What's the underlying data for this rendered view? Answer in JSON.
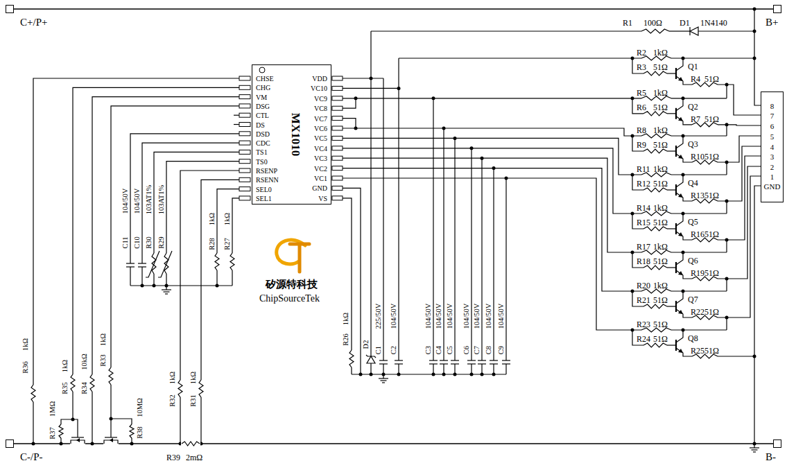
{
  "diagram": {
    "nodes": [
      {
        "text": [
          "C+/P+"
        ]
      },
      {
        "text": [
          "B+"
        ]
      },
      {
        "text": [
          "MX1010",
          "CHSE",
          "CHG",
          "VM",
          "DSG",
          "CTL",
          "DS",
          "DSD",
          "CDC",
          "TS1",
          "TS0",
          "RSENP",
          "RSENN",
          "SEL0",
          "SEL1",
          "VDD",
          "VC10",
          "VC9",
          "VC8",
          "VC7",
          "VC6",
          "VC5",
          "VC4",
          "VC3",
          "VC2",
          "VC1",
          "GND",
          "VS"
        ]
      },
      {
        "text": [
          "8",
          "7",
          "6",
          "5",
          "4",
          "3",
          "2",
          "1",
          "GND"
        ]
      },
      {
        "text": [
          "C-/P-"
        ]
      },
      {
        "text": [
          "B-"
        ]
      }
    ],
    "edges": [
      {
        "from": 0,
        "to": 1,
        "arrow": "none"
      },
      {
        "from": 4,
        "to": 5,
        "arrow": "none"
      }
    ],
    "labels": [
      "R1",
      "100Ω",
      "D1",
      "1N4140",
      "R2",
      "1kΩ",
      "R3",
      "51Ω",
      "Q1",
      "R4",
      "51Ω",
      "R5",
      "1kΩ",
      "R6",
      "51Ω",
      "Q2",
      "R7",
      "51Ω",
      "R8",
      "1kΩ",
      "R9",
      "51Ω",
      "Q3",
      "R10",
      "51Ω",
      "R11",
      "1kΩ",
      "R12",
      "51Ω",
      "Q4",
      "R13",
      "51Ω",
      "R14",
      "1kΩ",
      "R15",
      "51Ω",
      "Q5",
      "R16",
      "51Ω",
      "R17",
      "1kΩ",
      "R18",
      "51Ω",
      "Q6",
      "R19",
      "51Ω",
      "R20",
      "1kΩ",
      "R21",
      "51Ω",
      "Q7",
      "R22",
      "51Ω",
      "R23",
      "51Ω",
      "R24",
      "51Ω",
      "Q8",
      "R25",
      "51Ω",
      "矽源特科技",
      "ChipSourceTek",
      "C3",
      "104/50V",
      "C4",
      "104/50V",
      "C5",
      "104/50V",
      "C6",
      "104/50V",
      "C7",
      "104/50V",
      "C8",
      "104/50V",
      "C9",
      "104/50V",
      "C1",
      "225/50V",
      "C2",
      "104/50V",
      "D2",
      "R26",
      "1kΩ",
      "C11",
      "104/50V",
      "C10",
      "104/50V",
      "R30",
      "103AT1%",
      "R29",
      "103AT1%",
      "R28",
      "1kΩ",
      "R27",
      "1kΩ",
      "R36",
      "1kΩ",
      "R35",
      "1kΩ",
      "R34",
      "10kΩ",
      "R33",
      "1kΩ",
      "R32",
      "1kΩ",
      "R31",
      "1kΩ",
      "R37",
      "1MΩ",
      "R38",
      "10MΩ",
      "R39",
      "2mΩ"
    ]
  }
}
